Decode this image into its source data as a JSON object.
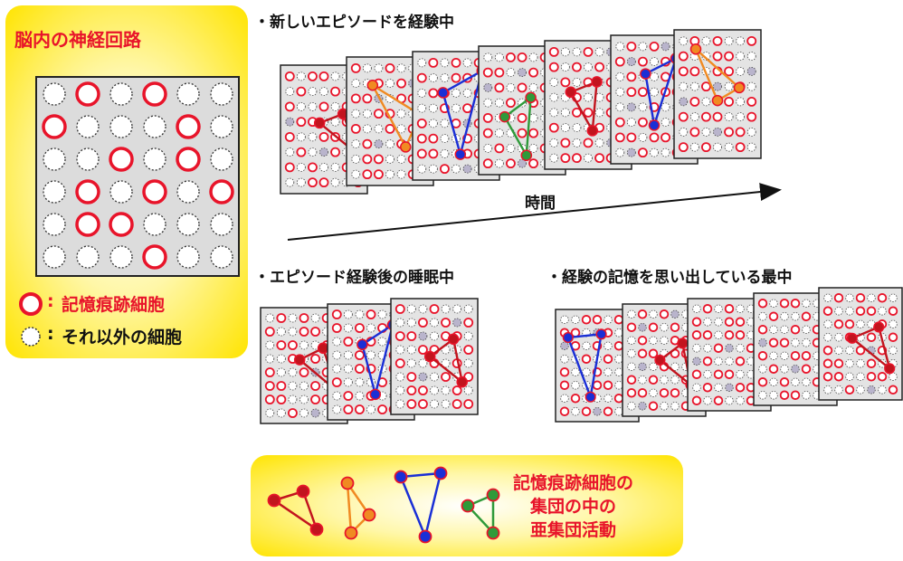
{
  "legend": {
    "title": "脳内の神経回路",
    "memory_label": "記憶痕跡細胞",
    "other_label": "それ以外の細胞",
    "colon": ":"
  },
  "sections": {
    "new_episode": "・新しいエピソードを経験中",
    "sleep": "・エピソード経験後の睡眠中",
    "recall": "・経験の記憶を思い出している最中"
  },
  "time_label": "時間",
  "sub_assembly": {
    "line1": "記憶痕跡細胞の",
    "line2": "集団の中の",
    "line3": "亜集団活動"
  },
  "colors": {
    "memory_cell": "#e8142a",
    "other_cell": "#333333",
    "assembly_dark_red": "#c2141e",
    "assembly_orange": "#f08a22",
    "assembly_blue": "#1a2fd6",
    "assembly_green": "#2f9a3a",
    "panel_yellow": "#ffe400"
  }
}
